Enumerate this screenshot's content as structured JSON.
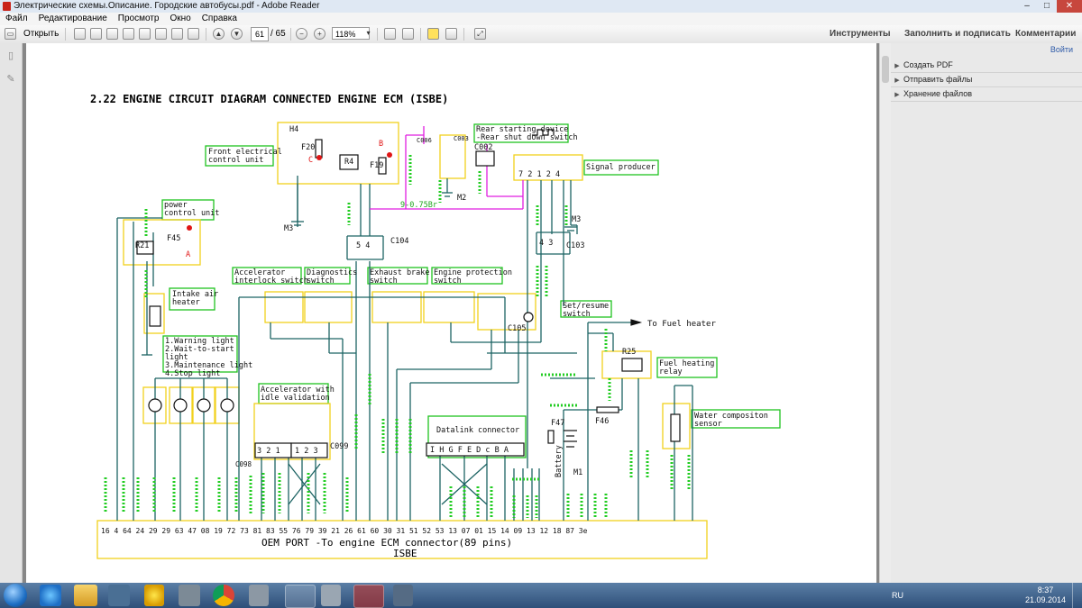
{
  "app": {
    "title": "Электрические схемы.Описание. Городские автобусы.pdf - Adobe Reader",
    "window_buttons": [
      "–",
      "□",
      "✕"
    ]
  },
  "menu": [
    "Файл",
    "Редактирование",
    "Просмотр",
    "Окно",
    "Справка"
  ],
  "toolbar": {
    "open_label": "Открыть",
    "page_current": "61",
    "page_total": "/ 65",
    "zoom": "118%",
    "tools_label": "Инструменты",
    "fill_sign_label": "Заполнить и подписать",
    "comments_label": "Комментарии"
  },
  "right_panel": {
    "signin_link": "Войти",
    "items": [
      "Создать PDF",
      "Отправить файлы",
      "Хранение файлов"
    ]
  },
  "document": {
    "heading": "2.22 ENGINE CIRCUIT DIAGRAM CONNECTED ENGINE ECM (ISBE)",
    "boxes": {
      "front_ecu": "Front electrical\ncontrol unit",
      "power_ctrl": "power\ncontrol unit",
      "intake_heater": "Intake air\nheater",
      "lights": "1.Warning light\n2.Wait-to-start\nlight\n3.Maintenance light\n4.Stop light",
      "accel_interlock": "Accelerator\ninterlock switch",
      "diagnostics": "Diagnostics\nswitch",
      "exhaust_brake": "Exhaust brake\nswitch",
      "engine_protection": "Engine protection\nswitch",
      "accel_idle": "Accelerator with\nidle validation",
      "datalink": "Datalink connector",
      "set_resume": "Set/resume\nswitch",
      "fuel_heating": "Fuel heating\nrelay",
      "water_sensor": "Water compositon\nsensor",
      "rear_switch": "Rear starting device\n-Rear shut down switch",
      "signal_producer": "Signal producer"
    },
    "to_fuel_heater": "To Fuel heater",
    "oem_port": "OEM PORT -To engine ECM connector(89 pins)",
    "isbe": "ISBE",
    "labels": {
      "H4": "H4",
      "F20": "F20",
      "C": "C",
      "R4": "R4",
      "F19": "F19",
      "B": "B",
      "C006": "C006",
      "C003": "C003",
      "C002": "C002",
      "M2": "M2",
      "M3a": "M3",
      "M3b": "M3",
      "F45": "F45",
      "R21": "R21",
      "A": "A",
      "C104": "C104",
      "C103": "C103",
      "C105": "C105",
      "C099": "C099",
      "C098": "C098",
      "R25": "R25",
      "F47": "F47",
      "F46": "F46",
      "M1": "M1",
      "Battery": "Battery",
      "bus": "9-0.75Br",
      "C104_pins": "5  4",
      "C103_pins": "4  3",
      "oem_pins": "16  4 64 24 29 29       63        47  08   19 72 73  81  83 55    76 79  39 21 26 61 60    30 31  51 52 53 13 07 01    15 14 09 13      12 18      87  3e",
      "dl_pins": "I  H  G  F  E D  c B A",
      "c098_pins": "3  2  1",
      "c099_pins": "1    2  3",
      "sp_pins": "7  2  1    2  4"
    }
  }
}
